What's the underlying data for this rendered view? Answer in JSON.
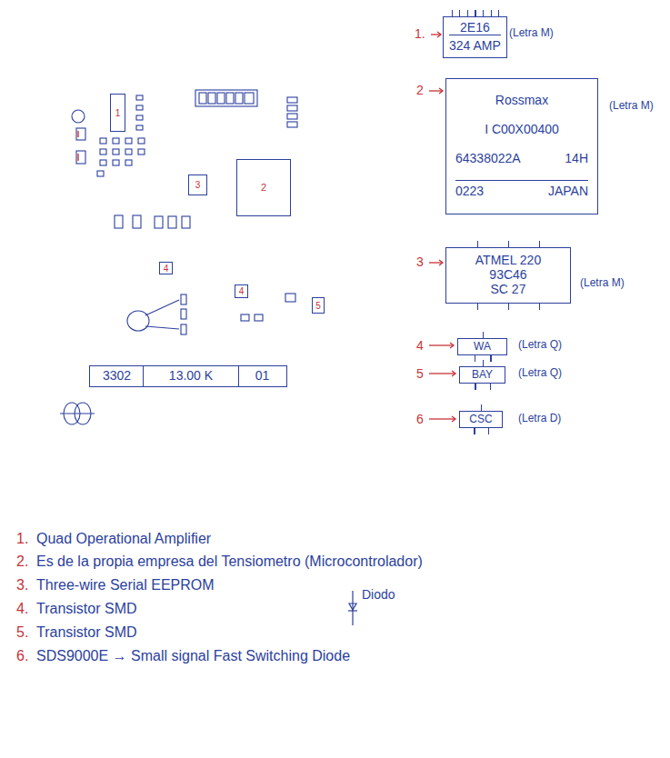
{
  "diagram": {
    "nodes": [
      {
        "text": [
          "1"
        ]
      },
      {
        "text": [
          "3"
        ]
      },
      {
        "text": [
          "2"
        ]
      },
      {
        "text": [
          "4"
        ]
      },
      {
        "text": [
          "4"
        ]
      },
      {
        "text": [
          "5"
        ]
      },
      {
        "text": [
          "3302",
          "13.00 K",
          "01"
        ]
      },
      {
        "text": [
          "2E16",
          "324 AMP"
        ]
      },
      {
        "text": [
          "Rossmax",
          "I C00X00400",
          "64338022A",
          "14H",
          "0223",
          "JAPAN"
        ]
      },
      {
        "text": [
          "ATMEL 220",
          "93C46",
          "SC 27"
        ]
      },
      {
        "text": [
          "WA"
        ]
      },
      {
        "text": [
          "BAY"
        ]
      },
      {
        "text": [
          "CSC"
        ]
      }
    ],
    "labels": [
      "1.",
      "(Letra M)",
      "2",
      "(Letra M)",
      "3",
      "(Letra M)",
      "4",
      "(Letra Q)",
      "5",
      "(Letra Q)",
      "6",
      "(Letra D)",
      "1.",
      "Quad Operational Amplifier",
      "2.",
      "Es de la propia empresa del Tensiometro (Microcontrolador)",
      "3.",
      "Three-wire Serial EEPROM",
      "4.",
      "Transistor SMD",
      "5.",
      "Transistor SMD",
      "Diodo",
      "6.",
      "SDS9000E → Small signal Fast Switching Diode"
    ]
  }
}
